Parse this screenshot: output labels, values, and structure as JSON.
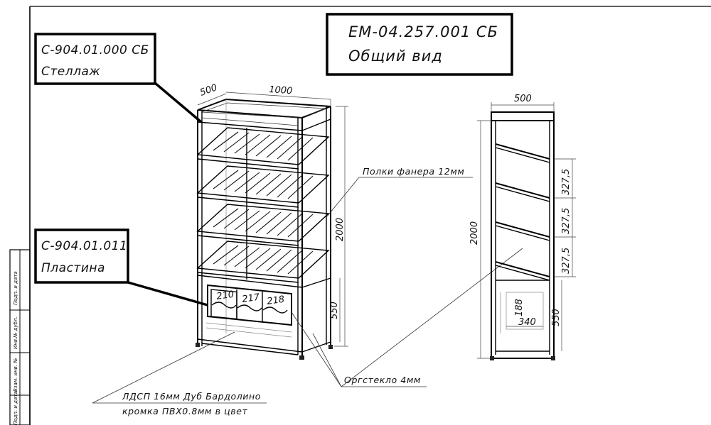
{
  "title_block": {
    "code": "ЕМ-04.257.001 СБ",
    "name": "Общий вид"
  },
  "callouts": [
    {
      "code": "С-904.01.000 СБ",
      "name": "Стеллаж"
    },
    {
      "code": "С-904.01.011",
      "name": "Пластина"
    }
  ],
  "notes": {
    "shelves": "Полки фанера 12мм",
    "glass": "Оргстекло 4мм",
    "chipboard_line1": "ЛДСП 16мм Дуб Бардолино",
    "chipboard_line2": "кромка ПВХ0.8мм в цвет"
  },
  "front_view": {
    "depth": "500",
    "width": "1000",
    "height": "2000",
    "base_height": "550",
    "panel_labels": [
      "210",
      "217",
      "218"
    ]
  },
  "side_view": {
    "depth": "500",
    "height": "2000",
    "shelf_spacing": [
      "327,5",
      "327,5",
      "327,5"
    ],
    "base_height": "550",
    "opening_height": "188",
    "opening_width": "340"
  },
  "side_stamp": [
    "Подп. и дата",
    "Инв.№ дубл.",
    "Взам. инв. №",
    "Подп. и дата"
  ]
}
